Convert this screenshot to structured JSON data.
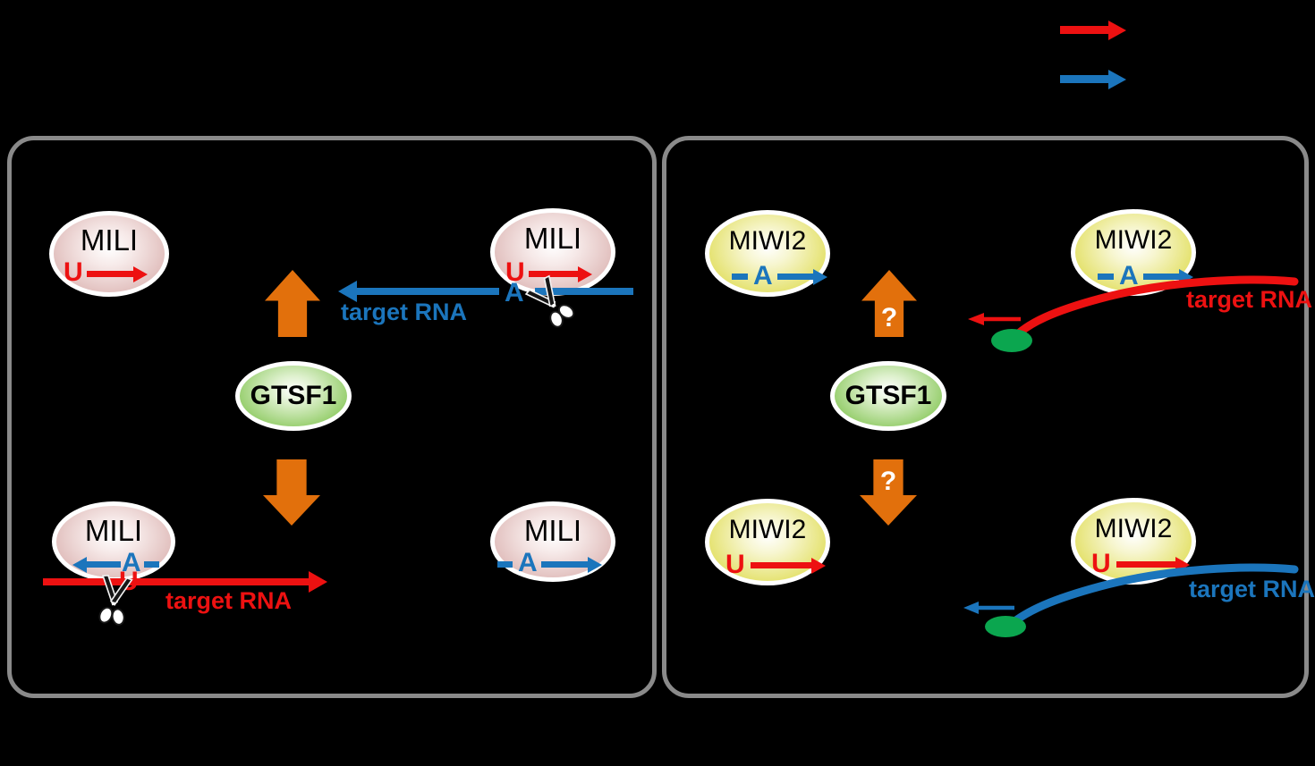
{
  "colors": {
    "background": "#000000",
    "panel_border": "#8a8a8a",
    "red": "#ed1111",
    "blue": "#1b75bc",
    "orange": "#e2700c",
    "mili_pink": "#dcb5b3",
    "miwi2_yellow": "#e0dd57",
    "gtsf1_green": "#7fc34e",
    "dot_green": "#0ba64f"
  },
  "legend": {
    "arrows": [
      {
        "name": "red-arrow",
        "color": "#ed1111"
      },
      {
        "name": "blue-arrow",
        "color": "#1b75bc"
      }
    ]
  },
  "labels": {
    "u": "U",
    "a": "A",
    "question_mark": "?",
    "target_rna": "target RNA"
  },
  "panels": {
    "left": {
      "proteins": [
        "MILI",
        "MILI",
        "GTSF1",
        "MILI",
        "MILI"
      ]
    },
    "right": {
      "proteins": [
        "MIWI2",
        "MIWI2",
        "GTSF1",
        "MIWI2",
        "MIWI2"
      ]
    }
  }
}
